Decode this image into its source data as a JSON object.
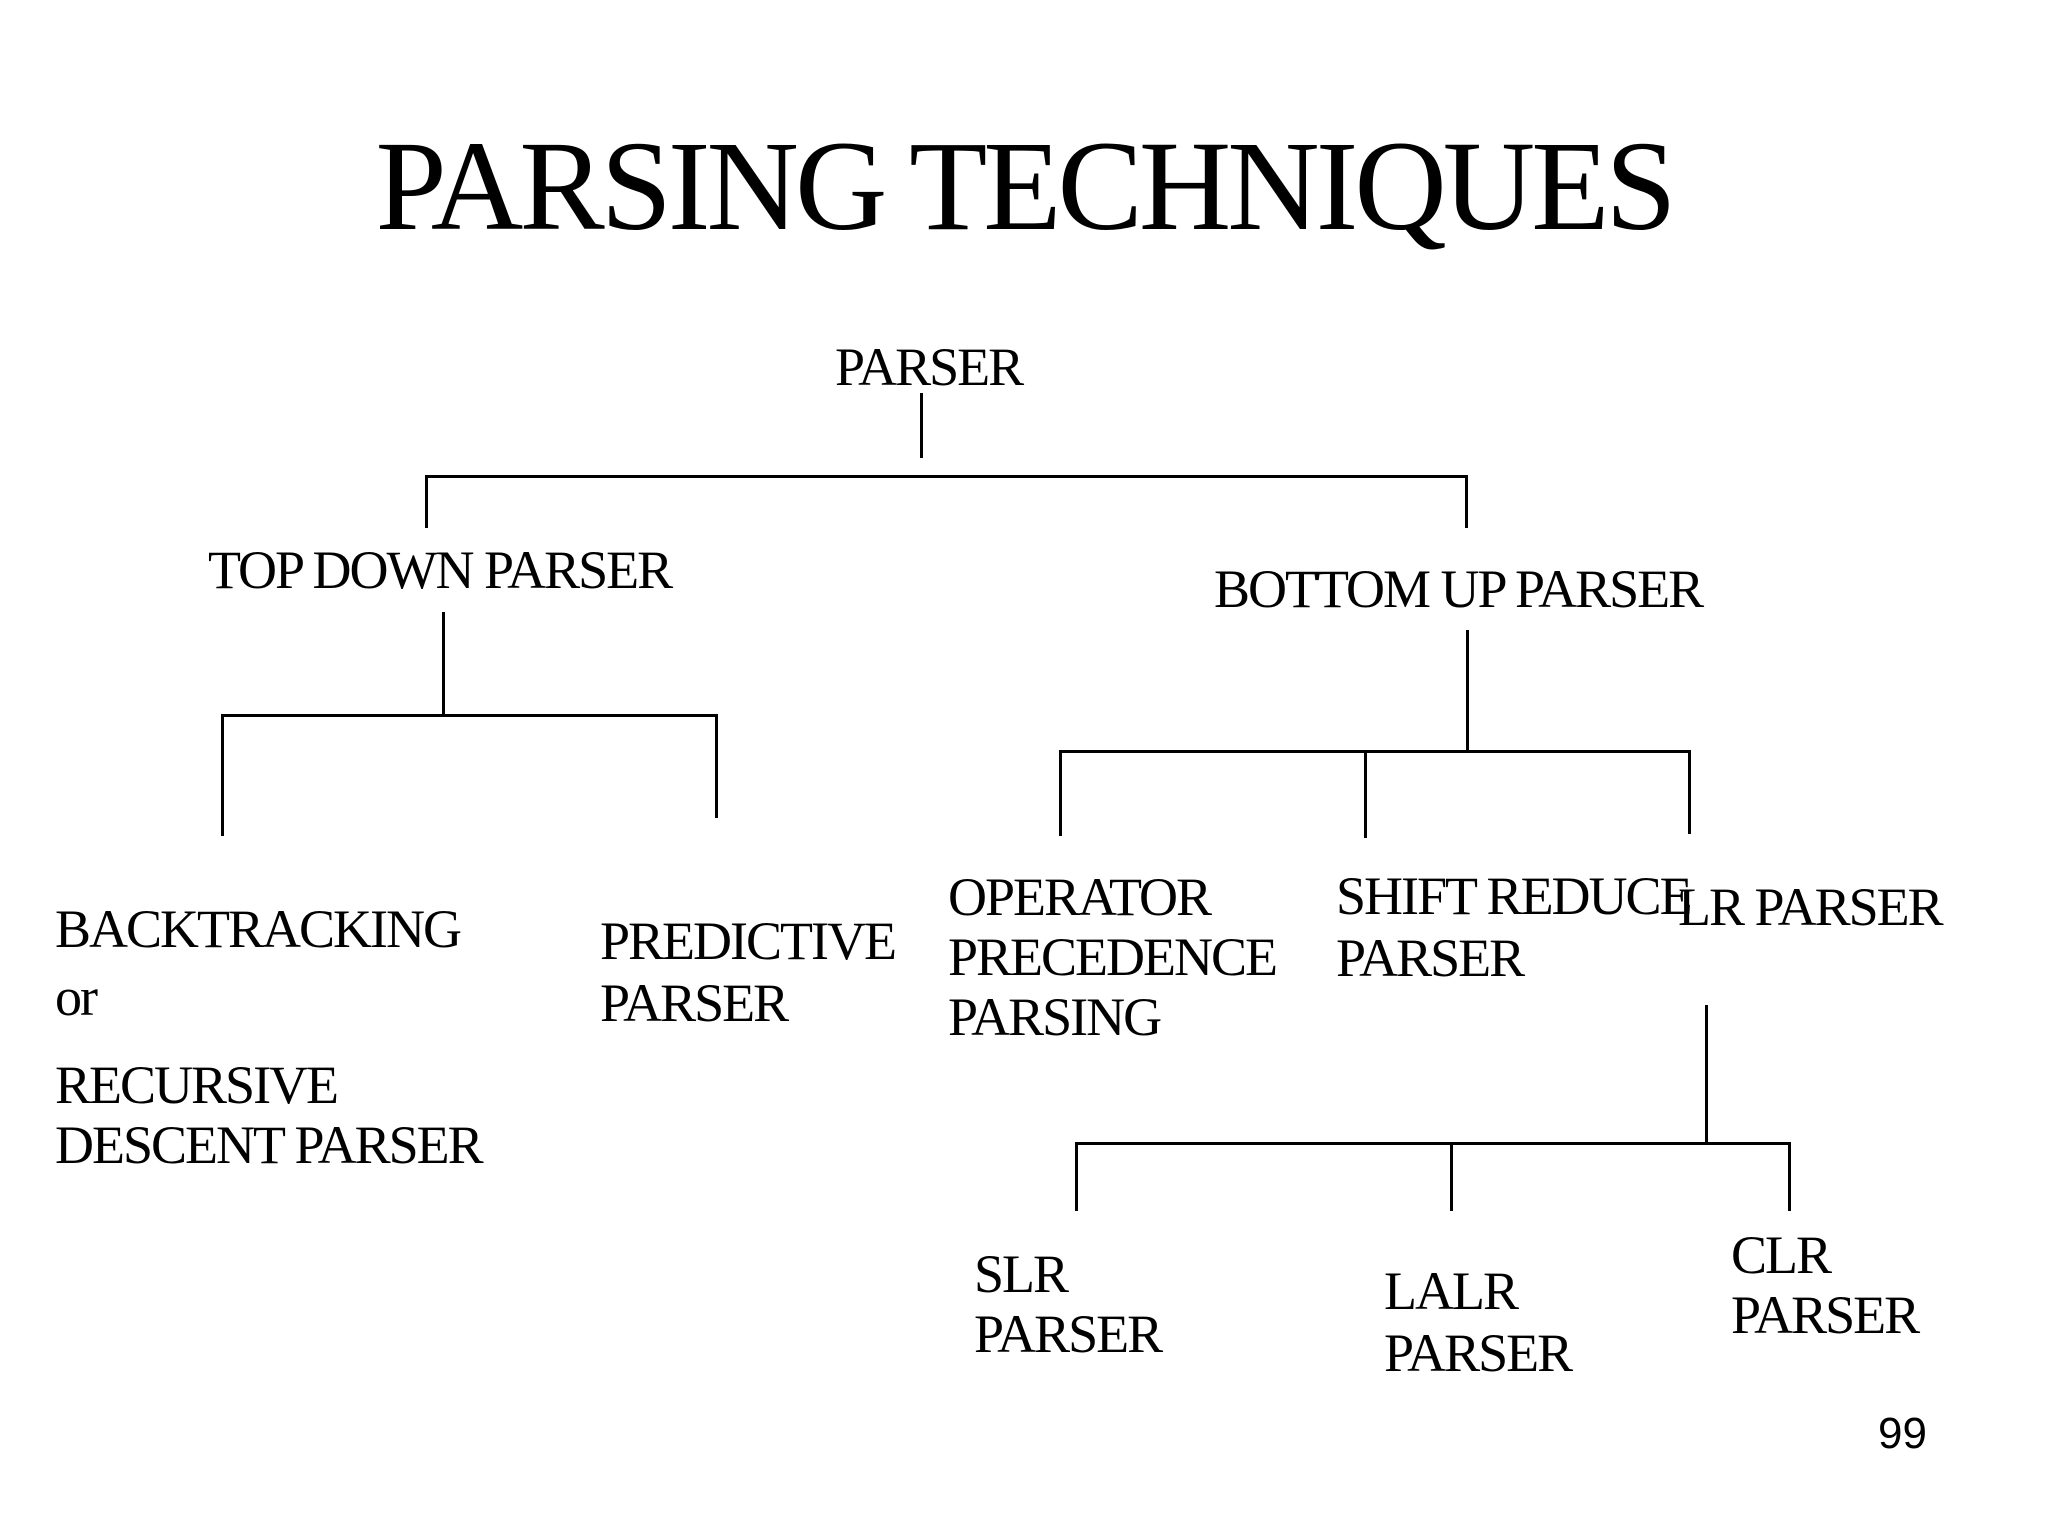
{
  "slide": {
    "title": "PARSING TECHNIQUES",
    "page_number": "99",
    "colors": {
      "background": "#ffffff",
      "text": "#000000",
      "line": "#000000"
    }
  },
  "tree": {
    "root": "PARSER",
    "level1": {
      "top_down": "TOP DOWN PARSER",
      "bottom_up": "BOTTOM UP PARSER"
    },
    "top_down_children": {
      "backtracking": {
        "line1": "BACKTRACKING",
        "line2": "or",
        "line3": "RECURSIVE",
        "line4": "DESCENT PARSER"
      },
      "predictive": {
        "line1": "PREDICTIVE",
        "line2": "PARSER"
      }
    },
    "bottom_up_children": {
      "operator_precedence": {
        "line1": "OPERATOR",
        "line2": "PRECEDENCE",
        "line3": "PARSING"
      },
      "shift_reduce": {
        "line1": "SHIFT REDUCE",
        "line2": "PARSER"
      },
      "lr": "LR PARSER"
    },
    "lr_children": {
      "slr": {
        "line1": "SLR",
        "line2": "PARSER"
      },
      "lalr": {
        "line1": "LALR",
        "line2": "PARSER"
      },
      "clr": {
        "line1": "CLR",
        "line2": "PARSER"
      }
    }
  }
}
